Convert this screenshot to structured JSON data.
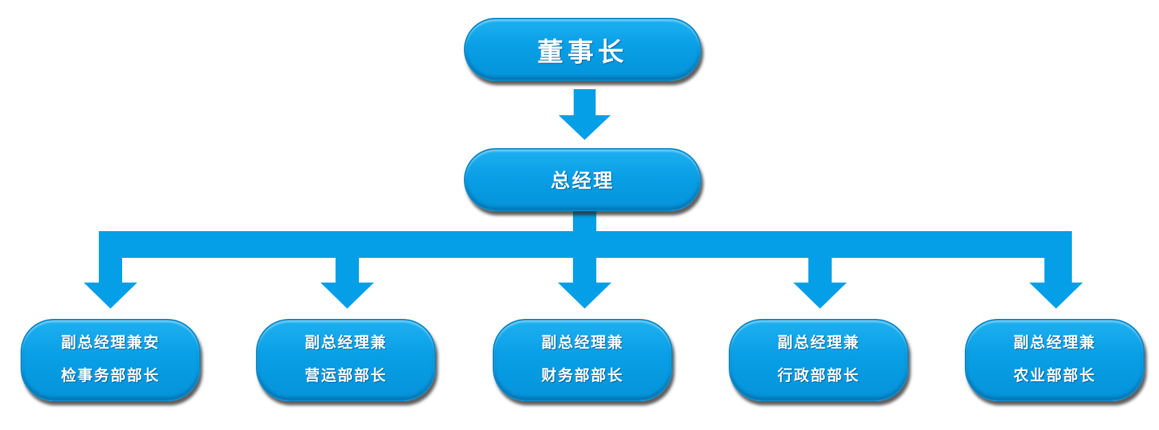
{
  "chairman": {
    "label": "董事长"
  },
  "general_manager": {
    "label": "总经理"
  },
  "departments": [
    {
      "line1": "副总经理兼安",
      "line2": "检事务部部长"
    },
    {
      "line1": "副总经理兼",
      "line2": "营运部部长"
    },
    {
      "line1": "副总经理兼",
      "line2": "财务部部长"
    },
    {
      "line1": "副总经理兼",
      "line2": "行政部部长"
    },
    {
      "line1": "副总经理兼",
      "line2": "农业部部长"
    }
  ],
  "colors": {
    "node_fill": "#089fe6",
    "connector": "#049fe6"
  }
}
